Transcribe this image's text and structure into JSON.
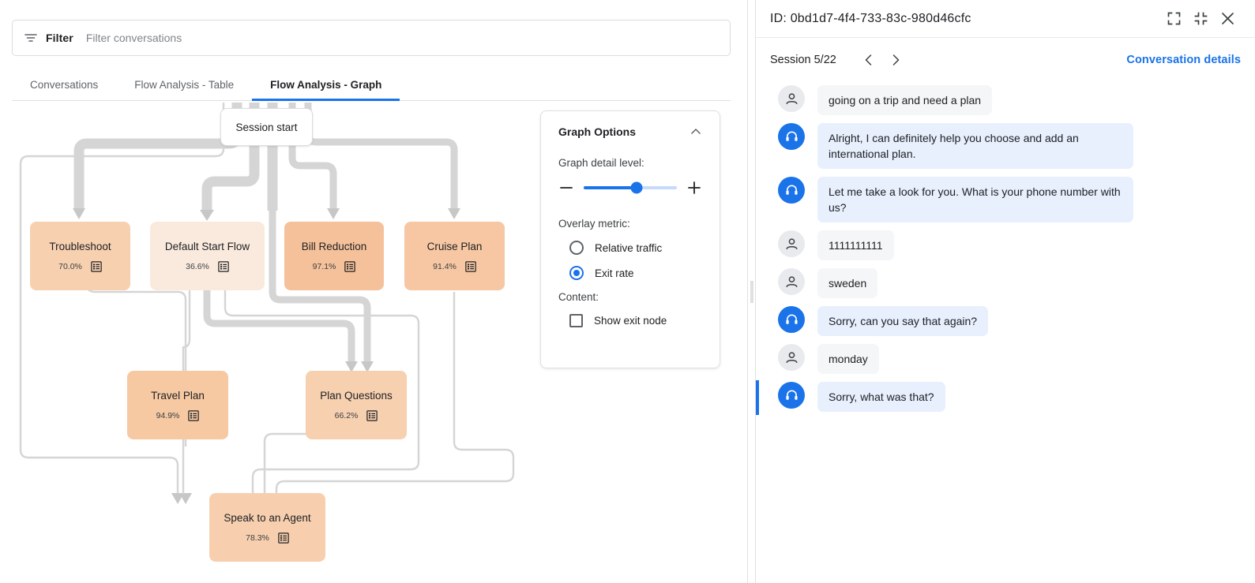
{
  "filter": {
    "icon": "filter-icon",
    "label": "Filter",
    "placeholder": "Filter conversations",
    "value": ""
  },
  "tabs": [
    {
      "label": "Conversations",
      "active": false
    },
    {
      "label": "Flow Analysis - Table",
      "active": false
    },
    {
      "label": "Flow Analysis - Graph",
      "active": true
    }
  ],
  "graph": {
    "start_node_label": "Session start",
    "nodes": [
      {
        "label": "Troubleshoot",
        "pct": "70.0%",
        "icon": "list-view-icon"
      },
      {
        "label": "Default Start Flow",
        "pct": "36.6%",
        "icon": "list-view-icon"
      },
      {
        "label": "Bill Reduction",
        "pct": "97.1%",
        "icon": "list-view-icon"
      },
      {
        "label": "Cruise Plan",
        "pct": "91.4%",
        "icon": "list-view-icon"
      },
      {
        "label": "Travel Plan",
        "pct": "94.9%",
        "icon": "list-view-icon"
      },
      {
        "label": "Plan Questions",
        "pct": "66.2%",
        "icon": "list-view-icon"
      },
      {
        "label": "Speak to an Agent",
        "pct": "78.3%",
        "icon": "list-view-icon"
      }
    ]
  },
  "graph_options": {
    "title": "Graph Options",
    "collapse_icon": "chevron-up-icon",
    "detail_level_label": "Graph detail level:",
    "decrease_icon": "minus-icon",
    "increase_icon": "plus-icon",
    "slider_value": "57",
    "overlay_metric_label": "Overlay metric:",
    "overlay_options": [
      {
        "label": "Relative traffic",
        "selected": false
      },
      {
        "label": "Exit rate",
        "selected": true
      }
    ],
    "content_label": "Content:",
    "show_exit_node": {
      "label": "Show exit node",
      "checked": false
    }
  },
  "detail_panel": {
    "id_text": "ID: 0bd1d7-4f4-733-83c-980d46cfc",
    "expand_icon": "fullscreen-icon",
    "collapse_icon": "collapse-icon",
    "close_icon": "close-icon",
    "session_label": "Session 5/22",
    "prev_icon": "chevron-left-icon",
    "next_icon": "chevron-right-icon",
    "details_link": "Conversation details",
    "messages": [
      {
        "role": "user",
        "text": "going on a trip and need a plan",
        "highlighted": false
      },
      {
        "role": "agent",
        "text": "Alright, I can definitely help you choose and add an international plan.",
        "highlighted": false
      },
      {
        "role": "agent",
        "text": "Let me take a look for you. What is your phone number with us?",
        "highlighted": false
      },
      {
        "role": "user",
        "text": "1111111111",
        "highlighted": false
      },
      {
        "role": "user",
        "text": "sweden",
        "highlighted": false
      },
      {
        "role": "agent",
        "text": "Sorry, can you say that again?",
        "highlighted": false
      },
      {
        "role": "user",
        "text": "monday",
        "highlighted": false
      },
      {
        "role": "agent",
        "text": "Sorry, what was that?",
        "highlighted": true
      }
    ]
  },
  "colors": {
    "accent": "#1a73e8",
    "node_fill_high": "#f5c9a5",
    "node_fill_mid": "#f7d3b5",
    "node_fill_low": "#faeade",
    "edge": "#d5d5d5",
    "agent_bubble": "#e8f0fe",
    "user_bubble": "#f5f6f7"
  }
}
